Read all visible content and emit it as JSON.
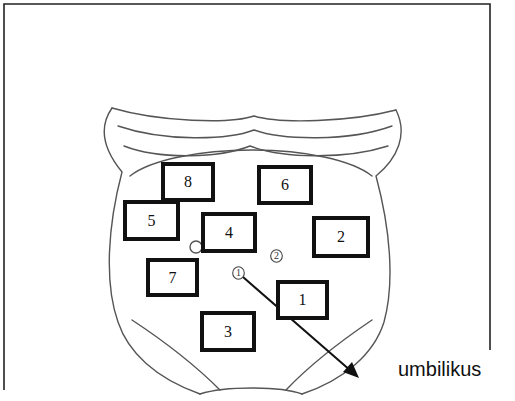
{
  "diagram": {
    "nodes": [
      {
        "text": [
          "8"
        ]
      },
      {
        "text": [
          "6"
        ]
      },
      {
        "text": [
          "5"
        ]
      },
      {
        "text": [
          "4"
        ]
      },
      {
        "text": [
          "2"
        ]
      },
      {
        "text": [
          "2"
        ]
      },
      {
        "text": [
          "7"
        ]
      },
      {
        "text": [
          "1"
        ]
      },
      {
        "text": [
          "1"
        ]
      },
      {
        "text": [
          "3"
        ]
      }
    ],
    "labels": [
      "umbilikus"
    ]
  }
}
